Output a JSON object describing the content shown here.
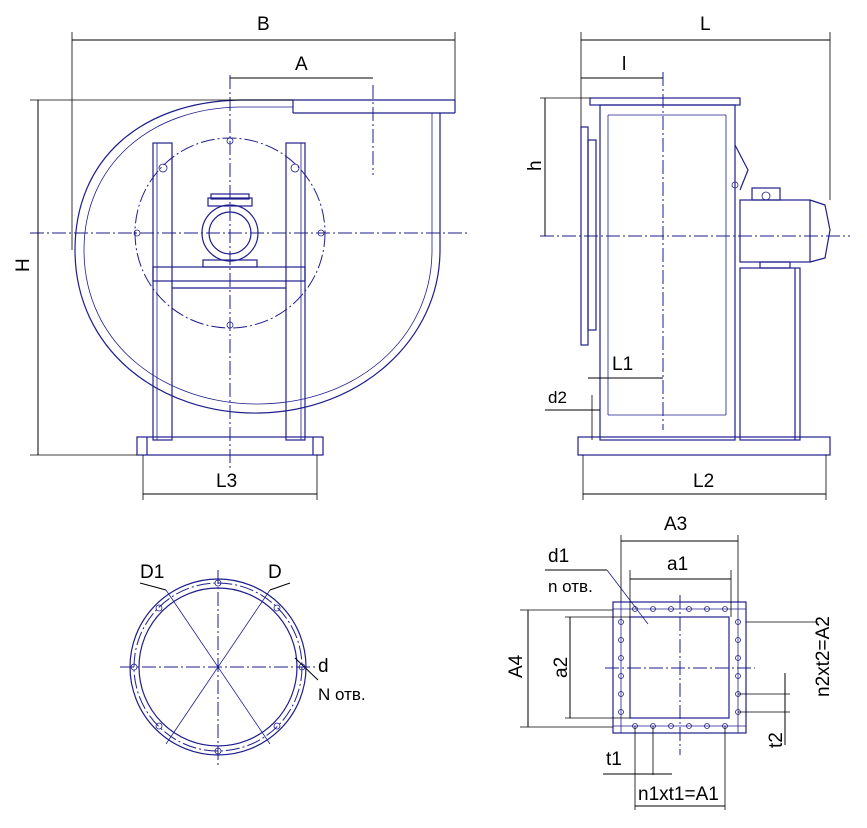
{
  "front_view": {
    "B": "B",
    "A": "A",
    "H": "H",
    "L3": "L3"
  },
  "side_view": {
    "L": "L",
    "l": "l",
    "h": "h",
    "L1": "L1",
    "d2": "d2",
    "L2": "L2"
  },
  "round_flange": {
    "D1": "D1",
    "D": "D",
    "d": "d",
    "holes": "N отв."
  },
  "rect_flange": {
    "A3": "A3",
    "a1": "a1",
    "d1": "d1",
    "holes": "n отв.",
    "A4": "A4",
    "a2": "a2",
    "A2_formula": "n2xt2=A2",
    "t2": "t2",
    "t1": "t1",
    "A1_formula": "n1xt1=A1"
  },
  "colors": {
    "drawing": "#1e1e8c",
    "dimensions": "#000000"
  }
}
